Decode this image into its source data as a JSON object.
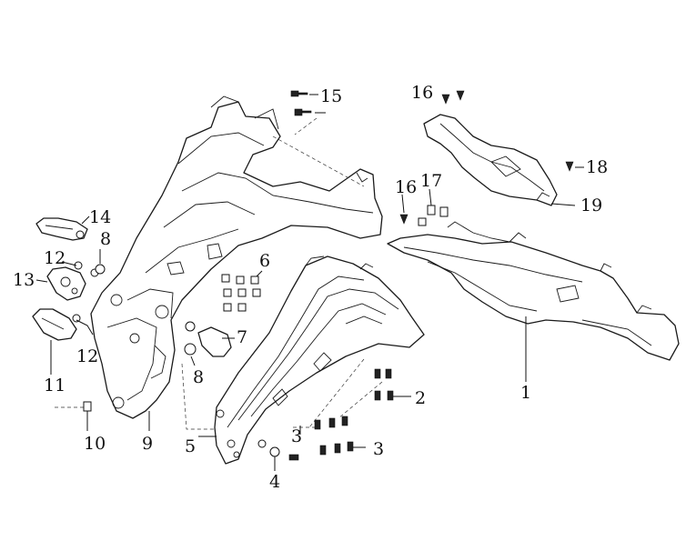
{
  "callouts": [
    "1",
    "2",
    "3",
    "3",
    "4",
    "5",
    "6",
    "7",
    "8",
    "8",
    "9",
    "10",
    "11",
    "12",
    "12",
    "13",
    "14",
    "15",
    "16",
    "16",
    "17",
    "18",
    "19"
  ],
  "colors": {
    "line": "#1a1a1a",
    "background": "#ffffff"
  }
}
